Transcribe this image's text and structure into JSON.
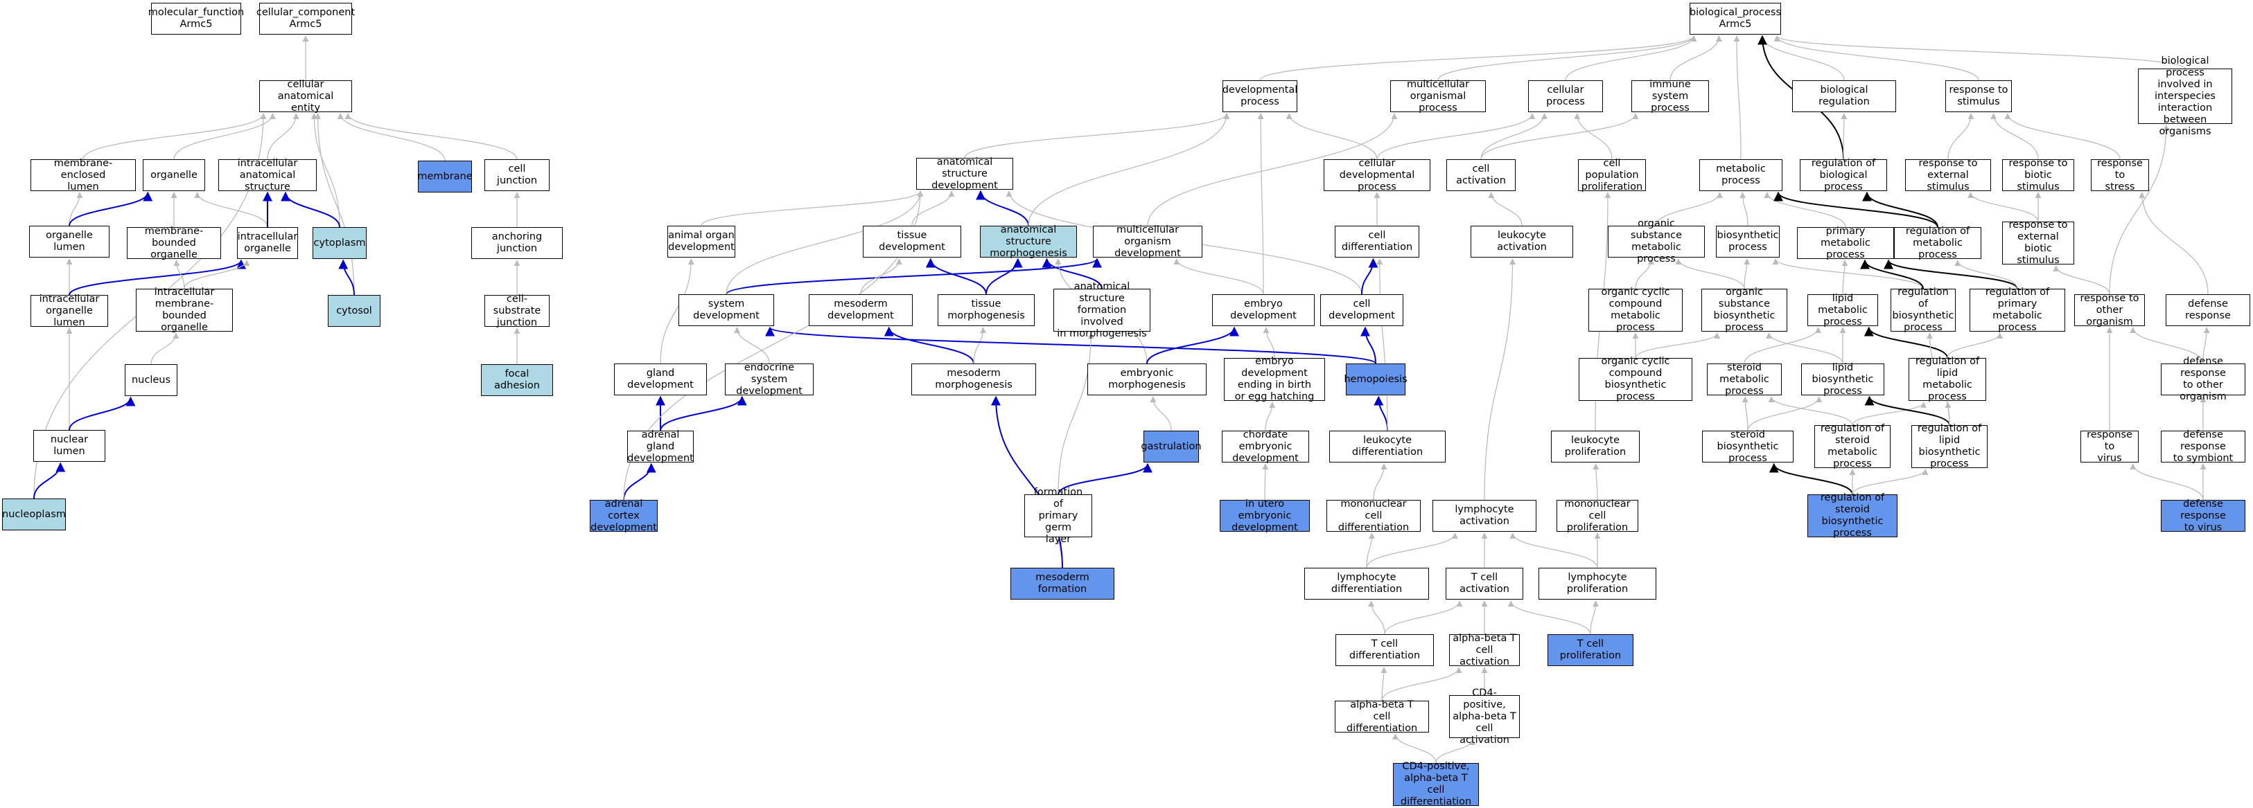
{
  "colors": {
    "light": "#add8e6",
    "dark": "#6495ed",
    "gray_edge": "#bbbbbb",
    "blue_edge": "#0000cc",
    "black_edge": "#000000"
  },
  "nodes": {
    "mf": {
      "label": "molecular_function\nArmc5"
    },
    "cc": {
      "label": "cellular_component\nArmc5"
    },
    "cae": {
      "label": "cellular anatomical\nentity"
    },
    "mel": {
      "label": "membrane-enclosed\nlumen"
    },
    "org": {
      "label": "organelle"
    },
    "ias": {
      "label": "intracellular\nanatomical structure"
    },
    "mem": {
      "label": "membrane",
      "fill": "dark"
    },
    "cj": {
      "label": "cell junction"
    },
    "orgl": {
      "label": "organelle lumen"
    },
    "mbo": {
      "label": "membrane-bounded\norganelle"
    },
    "io": {
      "label": "intracellular\norganelle"
    },
    "cyt": {
      "label": "cytoplasm",
      "fill": "light"
    },
    "aj": {
      "label": "anchoring junction"
    },
    "iol": {
      "label": "intracellular\norganelle lumen"
    },
    "imbo": {
      "label": "intracellular\nmembrane-bounded\norganelle"
    },
    "cytosol": {
      "label": "cytosol",
      "fill": "light"
    },
    "csj": {
      "label": "cell-substrate\njunction"
    },
    "nuc": {
      "label": "nucleus"
    },
    "fa": {
      "label": "focal adhesion",
      "fill": "light"
    },
    "nl": {
      "label": "nuclear lumen"
    },
    "np": {
      "label": "nucleoplasm",
      "fill": "light"
    },
    "bp": {
      "label": "biological_process\nArmc5"
    },
    "dp": {
      "label": "developmental\nprocess"
    },
    "mop": {
      "label": "multicellular\norganismal process"
    },
    "cp": {
      "label": "cellular process"
    },
    "isp": {
      "label": "immune system\nprocess"
    },
    "br": {
      "label": "biological regulation"
    },
    "rts": {
      "label": "response to\nstimulus"
    },
    "bpii": {
      "label": "biological process\ninvolved in\ninterspecies\ninteraction\nbetween organisms"
    },
    "asd": {
      "label": "anatomical structure\ndevelopment"
    },
    "cdp": {
      "label": "cellular developmental\nprocess"
    },
    "ca": {
      "label": "cell activation"
    },
    "cpp": {
      "label": "cell population\nproliferation"
    },
    "mp": {
      "label": "metabolic process"
    },
    "rbp": {
      "label": "regulation of\nbiological process"
    },
    "rtes": {
      "label": "response to\nexternal stimulus"
    },
    "rtbs": {
      "label": "response to\nbiotic stimulus"
    },
    "rtst": {
      "label": "response to\nstress"
    },
    "aod": {
      "label": "animal organ\ndevelopment"
    },
    "td": {
      "label": "tissue development"
    },
    "asm": {
      "label": "anatomical structure\nmorphogenesis",
      "fill": "light"
    },
    "mod": {
      "label": "multicellular\norganism development"
    },
    "cdiff": {
      "label": "cell differentiation"
    },
    "la": {
      "label": "leukocyte activation"
    },
    "osmp": {
      "label": "organic substance\nmetabolic process"
    },
    "bsp": {
      "label": "biosynthetic\nprocess"
    },
    "pmp": {
      "label": "primary metabolic\nprocess"
    },
    "rmp": {
      "label": "regulation of\nmetabolic process"
    },
    "rtebs": {
      "label": "response to\nexternal biotic\nstimulus"
    },
    "sd": {
      "label": "system development"
    },
    "mdev": {
      "label": "mesoderm development"
    },
    "tm": {
      "label": "tissue morphogenesis"
    },
    "asfm": {
      "label": "anatomical structure\nformation involved\nin morphogenesis"
    },
    "ed": {
      "label": "embryo development"
    },
    "cdev": {
      "label": "cell development"
    },
    "occmp": {
      "label": "organic cyclic\ncompound metabolic\nprocess"
    },
    "osbp": {
      "label": "organic substance\nbiosynthetic\nprocess"
    },
    "lmp": {
      "label": "lipid metabolic\nprocess"
    },
    "rbsp": {
      "label": "regulation of\nbiosynthetic\nprocess"
    },
    "rpmp": {
      "label": "regulation of\nprimary metabolic\nprocess"
    },
    "rtoo": {
      "label": "response to\nother organism"
    },
    "dr": {
      "label": "defense response"
    },
    "gd": {
      "label": "gland development"
    },
    "esd": {
      "label": "endocrine system\ndevelopment"
    },
    "mm": {
      "label": "mesoderm morphogenesis"
    },
    "em": {
      "label": "embryonic morphogenesis"
    },
    "edeb": {
      "label": "embryo development\nending in birth\nor egg hatching"
    },
    "hem": {
      "label": "hemopoiesis",
      "fill": "dark"
    },
    "occbp": {
      "label": "organic cyclic\ncompound biosynthetic\nprocess"
    },
    "stmp": {
      "label": "steroid metabolic\nprocess"
    },
    "lbp": {
      "label": "lipid biosynthetic\nprocess"
    },
    "rlmp": {
      "label": "regulation of\nlipid metabolic\nprocess"
    },
    "drtoo": {
      "label": "defense response\nto other organism"
    },
    "agd": {
      "label": "adrenal gland\ndevelopment"
    },
    "gas": {
      "label": "gastrulation",
      "fill": "dark"
    },
    "ced": {
      "label": "chordate embryonic\ndevelopment"
    },
    "ld": {
      "label": "leukocyte differentiation"
    },
    "lp": {
      "label": "leukocyte proliferation"
    },
    "sbp": {
      "label": "steroid biosynthetic\nprocess"
    },
    "rsmp": {
      "label": "regulation of\nsteroid metabolic\nprocess"
    },
    "rlbp": {
      "label": "regulation of\nlipid biosynthetic\nprocess"
    },
    "rtv": {
      "label": "response to\nvirus"
    },
    "drts": {
      "label": "defense response\nto symbiont"
    },
    "acd": {
      "label": "adrenal cortex\ndevelopment",
      "fill": "dark"
    },
    "fppgl": {
      "label": "formation of\nprimary germ\nlayer"
    },
    "iued": {
      "label": "in utero embryonic\ndevelopment",
      "fill": "dark"
    },
    "mncd": {
      "label": "mononuclear\ncell differentiation"
    },
    "lyma": {
      "label": "lymphocyte activation"
    },
    "mncp": {
      "label": "mononuclear\ncell proliferation"
    },
    "rsbp": {
      "label": "regulation of\nsteroid biosynthetic\nprocess",
      "fill": "dark"
    },
    "drtv": {
      "label": "defense response\nto virus",
      "fill": "dark"
    },
    "mf2": {
      "label": "mesoderm formation",
      "fill": "dark"
    },
    "lymd": {
      "label": "lymphocyte differentiation"
    },
    "tca": {
      "label": "T cell activation"
    },
    "lymp": {
      "label": "lymphocyte proliferation"
    },
    "tcd": {
      "label": "T cell differentiation"
    },
    "abtca": {
      "label": "alpha-beta T\ncell activation"
    },
    "tcp": {
      "label": "T cell proliferation",
      "fill": "dark"
    },
    "abtcd": {
      "label": "alpha-beta T\ncell differentiation"
    },
    "cd4a": {
      "label": "CD4-positive,\nalpha-beta T\ncell activation"
    },
    "cd4d": {
      "label": "CD4-positive,\nalpha-beta T\ncell differentiation",
      "fill": "dark"
    }
  }
}
